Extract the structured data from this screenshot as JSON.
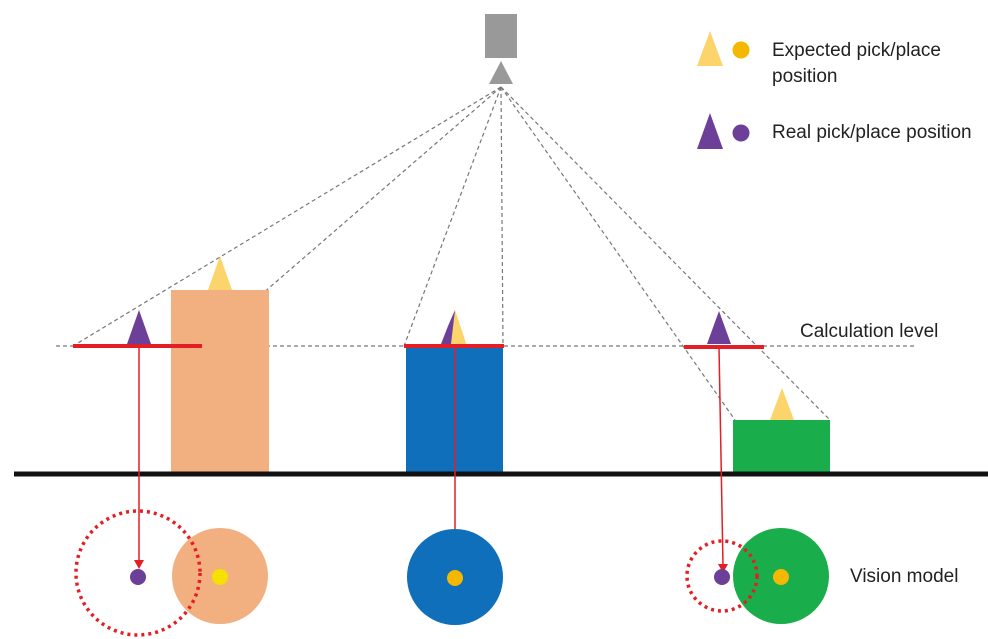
{
  "legend": {
    "expected_label": "Expected pick/place position",
    "real_label": "Real pick/place position",
    "expected_icon": "yellow-triangle-and-orange-dot",
    "real_icon": "purple-triangle-and-purple-dot"
  },
  "labels": {
    "calculation_level": "Calculation level",
    "vision_model": "Vision model"
  },
  "colors": {
    "camera": "#999999",
    "tall_box": "#f2b081",
    "middle_box": "#0f6fbb",
    "short_box": "#1aad4b",
    "expected_triangle": "#fbd46b",
    "expected_dot": "#f5b800",
    "real_marker": "#6c3f98",
    "calculation_line": "#e31e24",
    "ground": "#111111",
    "dashed": "#777777"
  },
  "objects": [
    {
      "name": "tall-box",
      "color_key": "tall_box"
    },
    {
      "name": "middle-box",
      "color_key": "middle_box"
    },
    {
      "name": "short-box",
      "color_key": "short_box"
    }
  ]
}
